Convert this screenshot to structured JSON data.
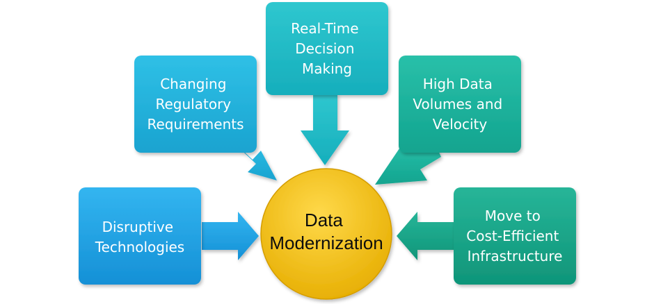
{
  "center": {
    "lines": [
      "Data",
      "Modernization"
    ],
    "color": "#f5c518"
  },
  "nodes": [
    {
      "id": "disruptive",
      "lines": [
        "Disruptive",
        "Technologies"
      ],
      "color_light": "#33b5f0",
      "color_dark": "#1590d6"
    },
    {
      "id": "regulatory",
      "lines": [
        "Changing",
        "Regulatory",
        "Requirements"
      ],
      "color_light": "#2fc0e6",
      "color_dark": "#1aa3d0"
    },
    {
      "id": "realtime",
      "lines": [
        "Real-Time",
        "Decision",
        "Making"
      ],
      "color_light": "#2fc7cf",
      "color_dark": "#16aebc"
    },
    {
      "id": "volume",
      "lines": [
        "High Data",
        "Volumes and",
        "Velocity"
      ],
      "color_light": "#29c0a9",
      "color_dark": "#12a48f"
    },
    {
      "id": "cost",
      "lines": [
        "Move to",
        "Cost-Efficient",
        "Infrastructure"
      ],
      "color_light": "#27b598",
      "color_dark": "#0f9579"
    }
  ]
}
